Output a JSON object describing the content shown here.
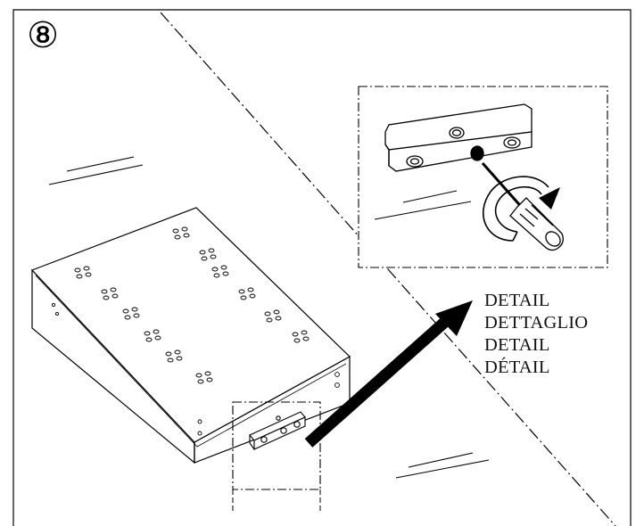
{
  "step": {
    "badge": "⑧"
  },
  "detail_labels": [
    "DETAIL",
    "DETTAGLIO",
    "DETAIL",
    "DÉTAIL"
  ],
  "colors": {
    "line": "#000000",
    "background": "#ffffff"
  },
  "icons": {
    "badge": "circled-digit-eight",
    "arrow": "callout-arrow",
    "rotation": "clockwise-rotation-arrow",
    "tool": "screwdriver"
  }
}
